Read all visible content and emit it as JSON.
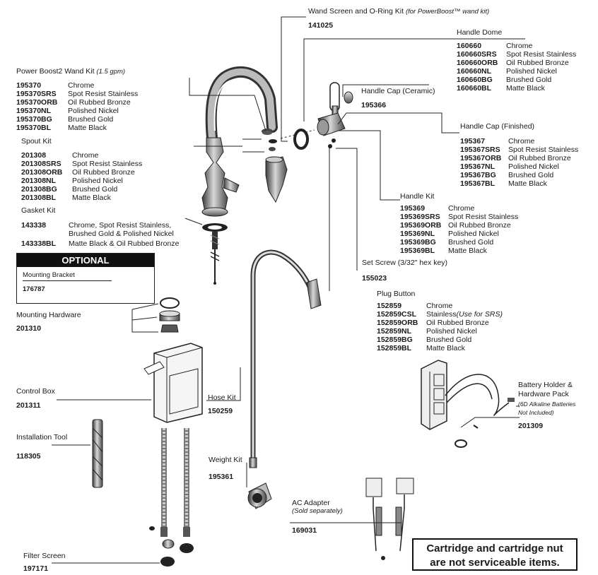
{
  "wand_screen": {
    "title": "Wand Screen and O-Ring Kit",
    "note": "(for PowerBoost™ wand kit)",
    "part": "141025"
  },
  "handle_dome": {
    "title": "Handle Dome",
    "items": [
      {
        "code": "160660",
        "finish": "Chrome"
      },
      {
        "code": "160660SRS",
        "finish": "Spot Resist Stainless"
      },
      {
        "code": "160660ORB",
        "finish": "Oil Rubbed Bronze"
      },
      {
        "code": "160660NL",
        "finish": "Polished Nickel"
      },
      {
        "code": "160660BG",
        "finish": "Brushed Gold"
      },
      {
        "code": "160660BL",
        "finish": "Matte Black"
      }
    ]
  },
  "wand_kit": {
    "title": "Power Boost2 Wand Kit",
    "note": "(1.5 gpm)",
    "items": [
      {
        "code": "195370",
        "finish": "Chrome"
      },
      {
        "code": "195370SRS",
        "finish": "Spot Resist Stainless"
      },
      {
        "code": "195370ORB",
        "finish": "Oil Rubbed Bronze"
      },
      {
        "code": "195370NL",
        "finish": "Polished Nickel"
      },
      {
        "code": "195370BG",
        "finish": "Brushed Gold"
      },
      {
        "code": "195370BL",
        "finish": "Matte Black"
      }
    ]
  },
  "handle_cap_ceramic": {
    "title": "Handle Cap (Ceramic)",
    "part": "195366"
  },
  "handle_cap_finished": {
    "title": "Handle Cap (Finished)",
    "items": [
      {
        "code": "195367",
        "finish": "Chrome"
      },
      {
        "code": "195367SRS",
        "finish": "Spot Resist Stainless"
      },
      {
        "code": "195367ORB",
        "finish": "Oil Rubbed Bronze"
      },
      {
        "code": "195367NL",
        "finish": "Polished Nickel"
      },
      {
        "code": "195367BG",
        "finish": "Brushed Gold"
      },
      {
        "code": "195367BL",
        "finish": "Matte Black"
      }
    ]
  },
  "spout_kit": {
    "title": "Spout Kit",
    "items": [
      {
        "code": "201308",
        "finish": "Chrome"
      },
      {
        "code": "201308SRS",
        "finish": "Spot Resist Stainless"
      },
      {
        "code": "201308ORB",
        "finish": "Oil Rubbed Bronze"
      },
      {
        "code": "201308NL",
        "finish": "Polished Nickel"
      },
      {
        "code": "201308BG",
        "finish": "Brushed Gold"
      },
      {
        "code": "201308BL",
        "finish": "Matte Black"
      }
    ]
  },
  "handle_kit": {
    "title": "Handle Kit",
    "items": [
      {
        "code": "195369",
        "finish": "Chrome"
      },
      {
        "code": "195369SRS",
        "finish": "Spot Resist Stainless"
      },
      {
        "code": "195369ORB",
        "finish": "Oil Rubbed Bronze"
      },
      {
        "code": "195369NL",
        "finish": "Polished Nickel"
      },
      {
        "code": "195369BG",
        "finish": "Brushed Gold"
      },
      {
        "code": "195369BL",
        "finish": "Matte Black"
      }
    ]
  },
  "gasket_kit": {
    "title": "Gasket Kit",
    "items": [
      {
        "code": "143338",
        "finish": "Chrome, Spot Resist Stainless,"
      },
      {
        "code": "",
        "finish": "Brushed Gold & Polished Nickel"
      },
      {
        "code": "143338BL",
        "finish": "Matte Black & Oil Rubbed Bronze"
      }
    ]
  },
  "optional": {
    "heading": "OPTIONAL",
    "title": "Mounting Bracket",
    "part": "176787"
  },
  "set_screw": {
    "title": "Set Screw (3/32\" hex key)",
    "part": "155023"
  },
  "plug_button": {
    "title": "Plug Button",
    "items": [
      {
        "code": "152859",
        "finish": "Chrome",
        "italic": ""
      },
      {
        "code": "152859CSL",
        "finish": "Stainless ",
        "italic": "(Use for SRS)"
      },
      {
        "code": "152859ORB",
        "finish": "Oil Rubbed Bronze",
        "italic": ""
      },
      {
        "code": "152859NL",
        "finish": "Polished Nickel",
        "italic": ""
      },
      {
        "code": "152859BG",
        "finish": "Brushed Gold",
        "italic": ""
      },
      {
        "code": "152859BL",
        "finish": "Matte Black",
        "italic": ""
      }
    ]
  },
  "mounting_hardware": {
    "title": "Mounting Hardware",
    "part": "201310"
  },
  "control_box": {
    "title": "Control Box",
    "part": "201311"
  },
  "hose_kit": {
    "title": "Hose Kit",
    "part": "150259"
  },
  "battery_holder": {
    "title1": "Battery Holder &",
    "title2": "Hardware Pack",
    "note1": "(6D Alkaline Batteries",
    "note2": "Not Included)",
    "part": "201309"
  },
  "installation_tool": {
    "title": "Installation Tool",
    "part": "118305"
  },
  "weight_kit": {
    "title": "Weight Kit",
    "part": "195361"
  },
  "ac_adapter": {
    "title": "AC Adapter",
    "note": "(Sold separately)",
    "part": "169031"
  },
  "filter_screen": {
    "title": "Filter Screen",
    "part": "197171"
  },
  "notice": {
    "line1": "Cartridge and cartridge nut",
    "line2": "are not serviceable items."
  }
}
